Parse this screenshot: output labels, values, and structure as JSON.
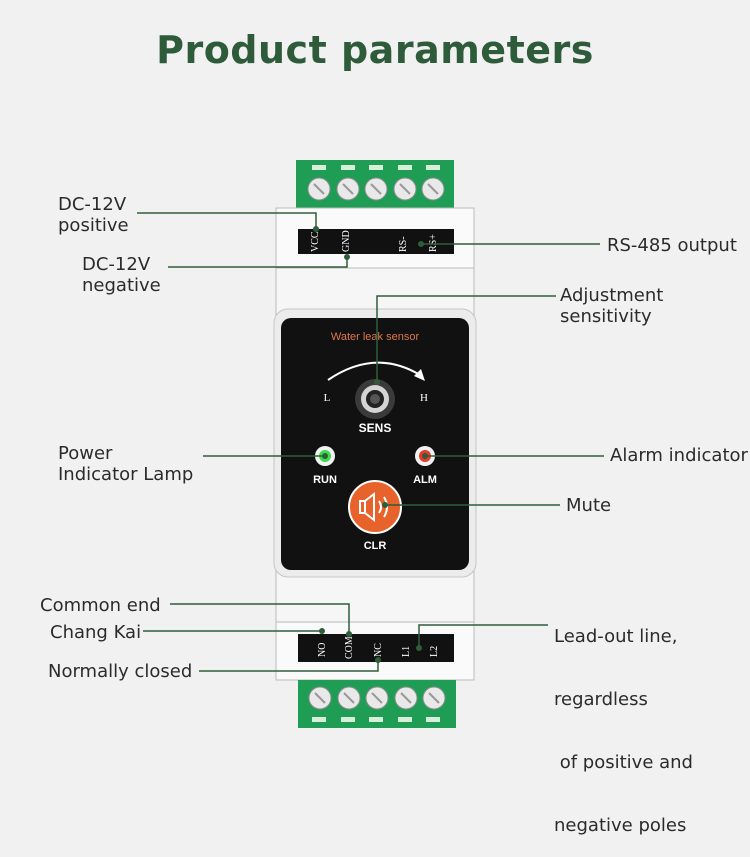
{
  "title": "Product parameters",
  "device": {
    "panel_title": "Water leak sensor",
    "knob_left": "L",
    "knob_right": "H",
    "knob_label": "SENS",
    "run_label": "RUN",
    "alm_label": "ALM",
    "clr_label": "CLR",
    "top_terminals": [
      "VCC",
      "GND",
      "RS-",
      "RS+"
    ],
    "bottom_terminals": [
      "NO",
      "COM",
      "NC",
      "L1",
      "L2"
    ]
  },
  "callouts": {
    "dc_positive": [
      "DC-12V",
      "positive"
    ],
    "dc_negative": [
      "DC-12V",
      "negative"
    ],
    "rs485": "RS-485 output",
    "sensitivity": [
      "Adjustment",
      "sensitivity"
    ],
    "power_lamp": [
      "Power",
      "Indicator Lamp"
    ],
    "alarm": "Alarm indicator",
    "mute": "Mute",
    "common_end": "Common end",
    "chang_kai": "Chang Kai",
    "normally_closed": "Normally closed",
    "lead_out": [
      "Lead-out line,",
      "regardless",
      " of positive and",
      "negative poles"
    ]
  },
  "colors": {
    "title": "#2e5b3a",
    "terminal_green": "#1f9d55",
    "panel": "#111111",
    "run_led": "#3ddc4a",
    "alm_led": "#e83a2a",
    "mute_button": "#e8632b",
    "leader_line": "#2f5d3a"
  }
}
